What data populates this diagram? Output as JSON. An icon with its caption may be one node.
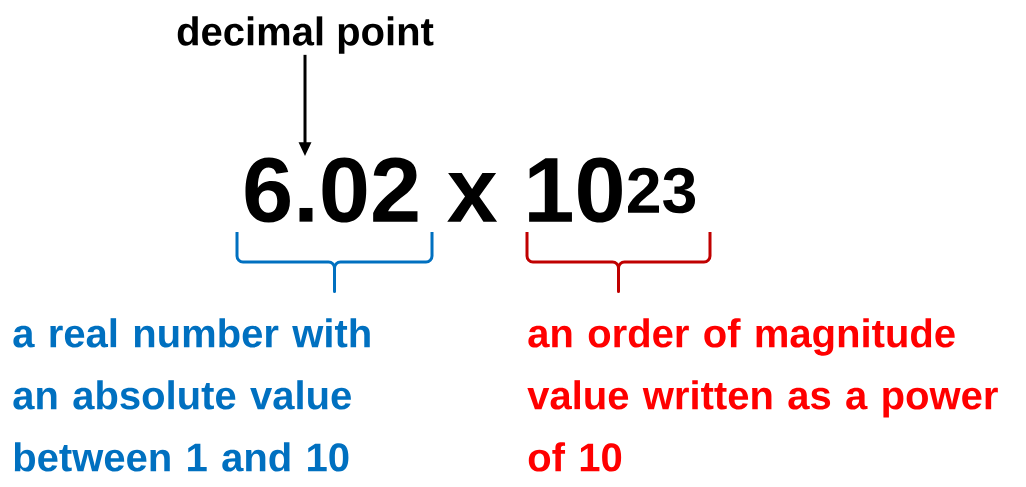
{
  "diagram": {
    "nodes": [
      {
        "text": [
          "decimal point"
        ]
      },
      {
        "text": [
          "6.02 x 10$^{23}$"
        ]
      }
    ],
    "edges": [
      {
        "from": 0,
        "to": 1,
        "arrow": "to"
      }
    ],
    "labels": [
      "a real number with an absolute value between 1 and 10",
      "an order of magnitude value written as a power of 10"
    ]
  }
}
